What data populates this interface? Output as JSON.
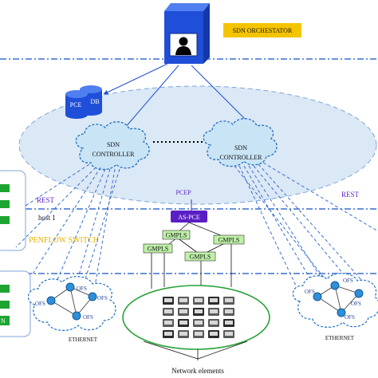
{
  "orchestrator": {
    "label": "SDN ORCHESTATOR"
  },
  "database": {
    "pce_label": "PCE",
    "db_label": "DB"
  },
  "controllers": [
    {
      "line1": "SDN",
      "line2": "CONTROLLER"
    },
    {
      "line1": "SDN",
      "line2": "CONTROLLER"
    }
  ],
  "labels": {
    "pcep": "PCEP",
    "rest_left": "REST",
    "rest_right": "REST",
    "host": "host 1",
    "openflow_switch": "PENFLOW SWITCH",
    "ethernet_left": "ETHERNET",
    "ethernet_right": "ETHERNET",
    "network_elements": "Network elements"
  },
  "as_pce": {
    "label": "AS-PCE"
  },
  "gmpls_nodes": [
    "GMPLS",
    "GMPLS",
    "GMPLS",
    "GMPLS"
  ],
  "ofs_left": [
    "OFS",
    "OFS",
    "OFS",
    "OFS"
  ],
  "ofs_right": [
    "OFS",
    "OFS",
    "OFS",
    "OFS"
  ],
  "left_panel_letters": [
    "N"
  ],
  "colors": {
    "orchestrator_body": "#1f4fd8",
    "orchestrator_label_bg": "#f5c400",
    "pce_ellipse": "#dbe8f5",
    "cloud": "#c9e4f5",
    "cloud_stroke": "#1c6fc2",
    "as_pce_bg": "#5a1fc4",
    "gmpls_bg": "#bff0a8",
    "green_block": "#1da532",
    "dashed_blue": "#3a6fd0",
    "openflow_text": "#e0b000"
  }
}
